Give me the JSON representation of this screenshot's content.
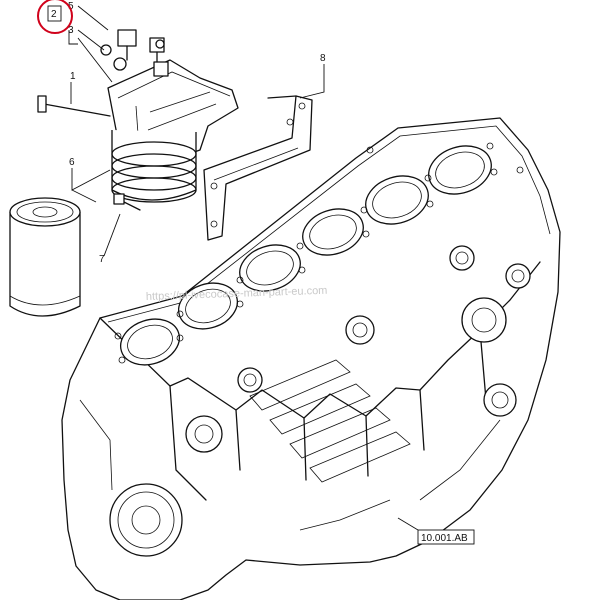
{
  "callouts": {
    "c1": "1",
    "c2": "2",
    "c3": "3",
    "c5": "5",
    "c6": "6",
    "c7": "7",
    "c8": "8",
    "ref": "10.001.AB"
  },
  "watermark": "https://pl-ivecocase-man-part-eu.com",
  "colors": {
    "line": "#111111",
    "highlight": "#d0021b",
    "watermark": "#c9c9c9"
  },
  "icons": {
    "highlight": "red-circle-highlight"
  }
}
